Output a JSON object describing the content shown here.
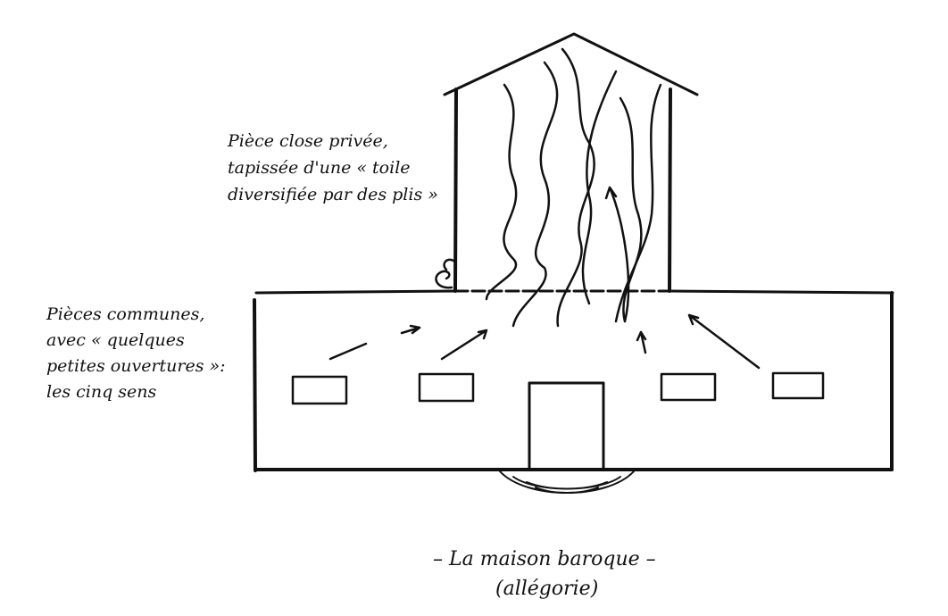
{
  "upper_label": {
    "line1": "Pièce close privée,",
    "line2": "tapissée d'une « toile",
    "line3": "diversifiée par des plis »"
  },
  "lower_label": {
    "line1": "Pièces communes,",
    "line2": "avec « quelques",
    "line3": "petites ouvertures »:",
    "line4": "les cinq sens"
  },
  "caption": {
    "title": "– La maison baroque –",
    "subtitle": "(allégorie)"
  },
  "colors": {
    "ink": "#111111",
    "paper": "#ffffff"
  }
}
